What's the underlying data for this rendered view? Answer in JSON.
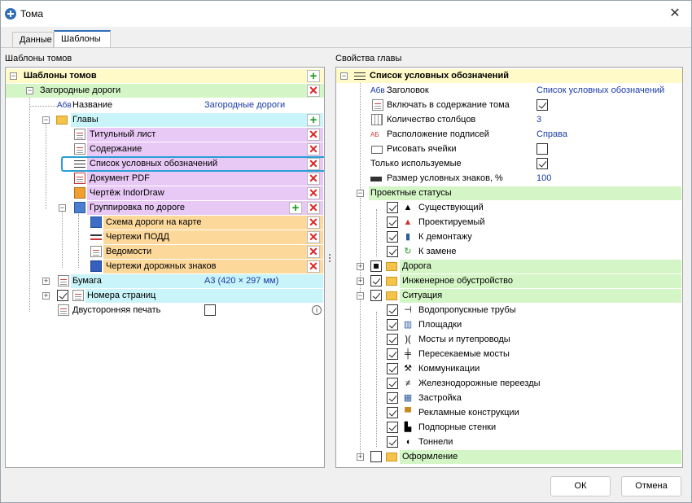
{
  "window": {
    "title": "Тома",
    "close": "✕"
  },
  "tabs": [
    "Данные",
    "Шаблоны"
  ],
  "left": {
    "title": "Шаблоны томов",
    "root": "Шаблоны томов",
    "suburban": "Загородные дороги",
    "name_label": "Название",
    "name_value": "Загородные дороги",
    "chapters": "Главы",
    "items": [
      "Титульный лист",
      "Содержание",
      "Список условных обозначений",
      "Документ PDF",
      "Чертёж IndorDraw",
      "Группировка по дороге"
    ],
    "group_items": [
      "Схема дороги на карте",
      "Чертежи ПОДД",
      "Ведомости",
      "Чертежи дорожных знаков"
    ],
    "paper_label": "Бумага",
    "paper_value": "А3 (420 × 297 мм)",
    "page_numbers": "Номера страниц",
    "duplex": "Двусторонняя печать",
    "name_icon": "Абв"
  },
  "right": {
    "title": "Свойства главы",
    "root": "Список условных обозначений",
    "props": [
      {
        "label": "Заголовок",
        "value": "Список условных обозначений"
      },
      {
        "label": "Включать в содержание тома",
        "value": ""
      },
      {
        "label": "Количество столбцов",
        "value": "3"
      },
      {
        "label": "Расположение подписей",
        "value": "Справа"
      },
      {
        "label": "Рисовать ячейки",
        "value": ""
      },
      {
        "label": "Только используемые",
        "value": ""
      },
      {
        "label": "Размер условных знаков, %",
        "value": "100"
      }
    ],
    "statuses_label": "Проектные статусы",
    "statuses": [
      "Существующий",
      "Проектируемый",
      "К демонтажу",
      "К замене"
    ],
    "groups": [
      "Дорога",
      "Инженерное обустройство",
      "Ситуация"
    ],
    "situation": [
      "Водопропускные трубы",
      "Площадки",
      "Мосты и путепроводы",
      "Пересекаемые мосты",
      "Коммуникации",
      "Железнодорожные переезды",
      "Застройка",
      "Рекламные конструкции",
      "Подпорные стенки",
      "Тоннели"
    ],
    "design": "Оформление",
    "abv": "Абв",
    "ab": "АБ"
  },
  "buttons": {
    "ok": "ОК",
    "cancel": "Отмена"
  },
  "glyphs": {
    "add": "+",
    "del": "✕",
    "info": "i",
    "plus": "+",
    "minus": "−"
  }
}
